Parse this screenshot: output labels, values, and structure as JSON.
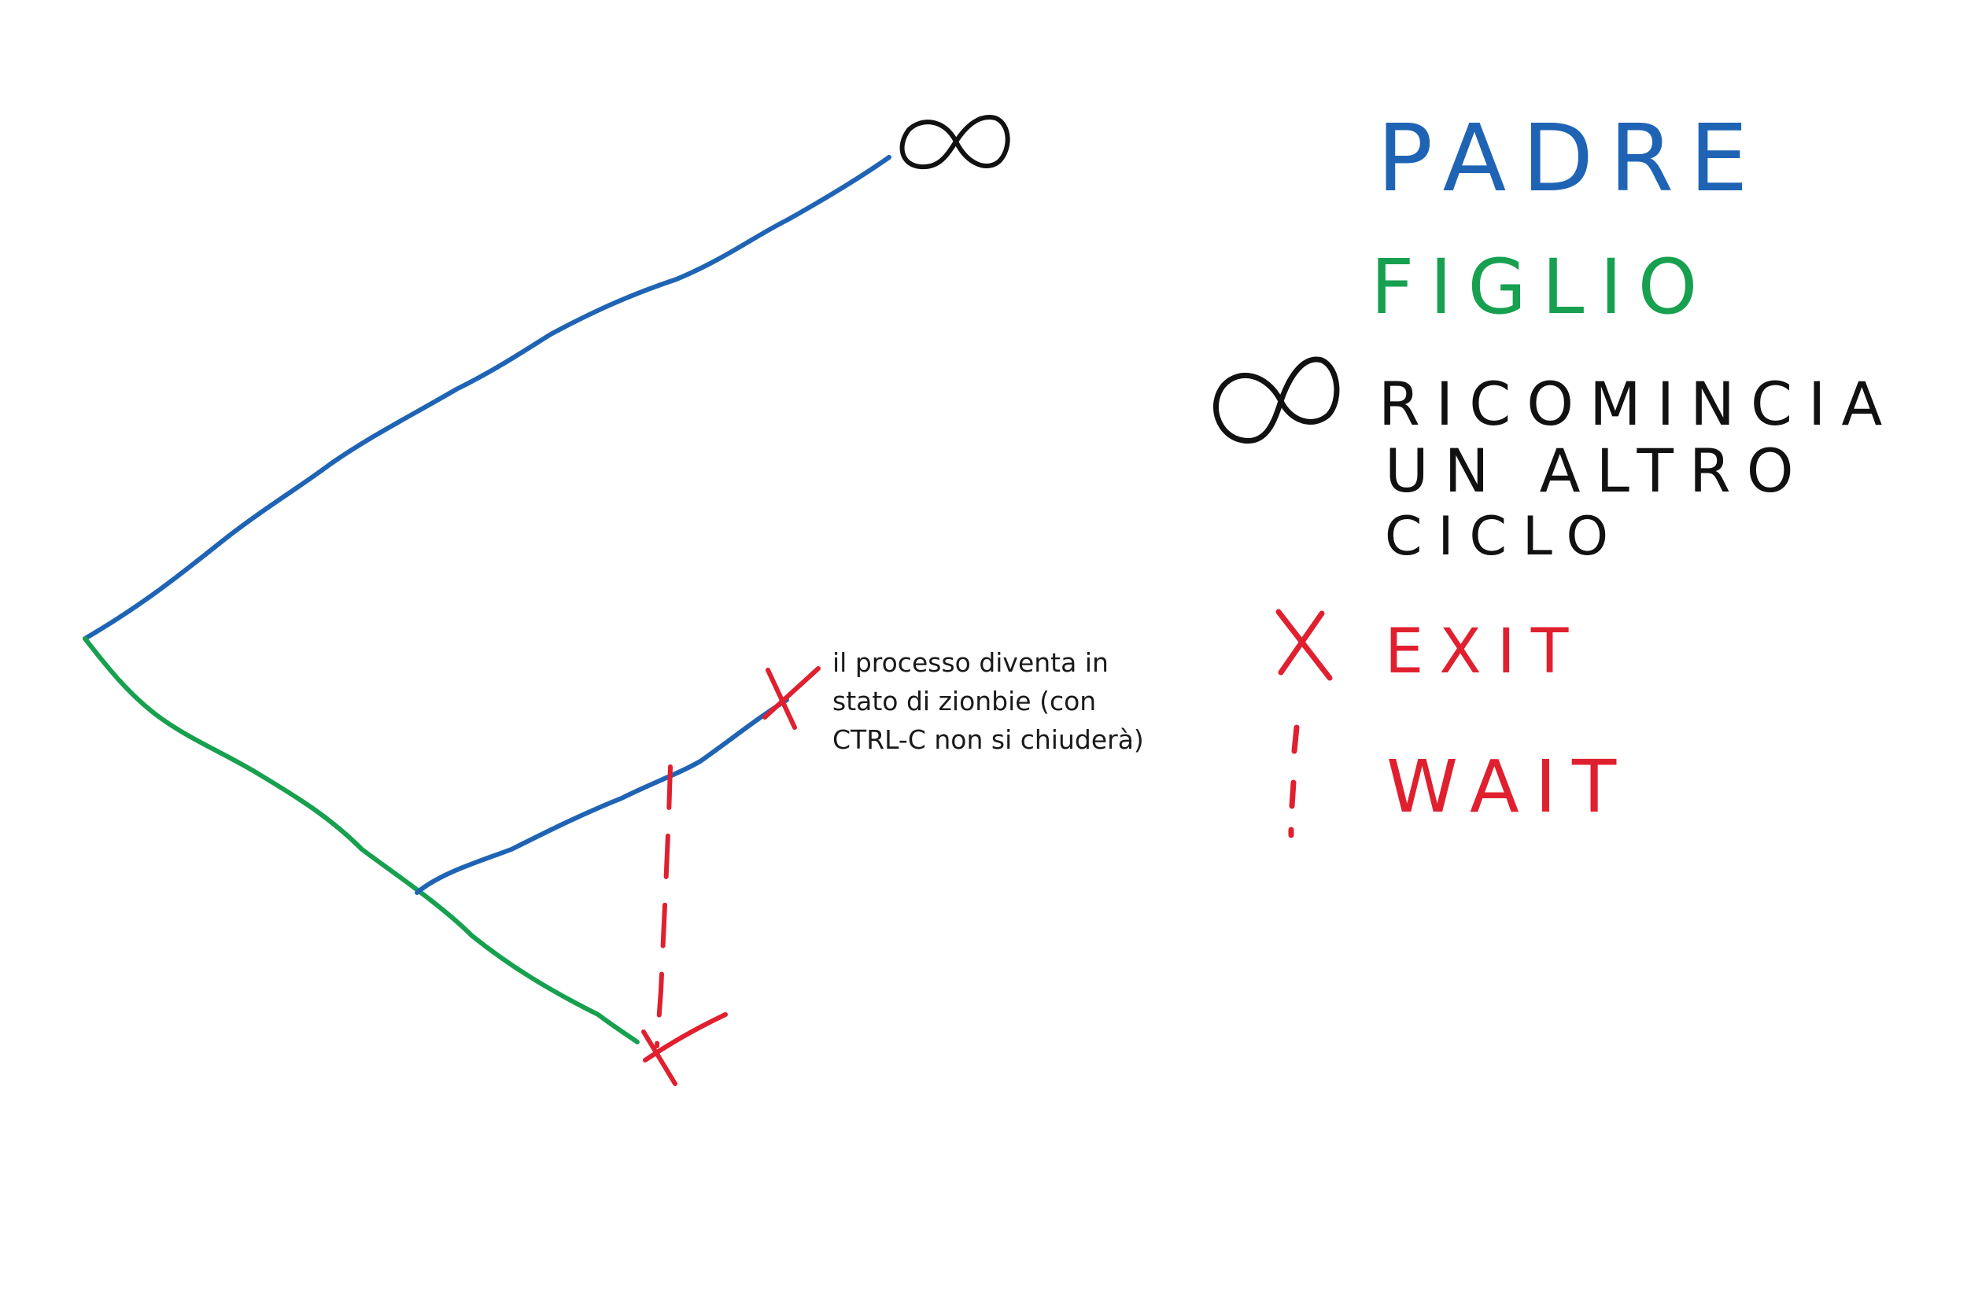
{
  "colors": {
    "padre": "#1f64b4",
    "figlio": "#17a04f",
    "loop": "#111111",
    "exit": "#e0202f",
    "text": "#1a1a1a",
    "background": "#ffffff"
  },
  "legend": {
    "padre": "PADRE",
    "figlio": "FIGLIO",
    "loop_line1": "RICOMINCIA",
    "loop_line2": "UN ALTRO",
    "loop_line3": "CICLO",
    "exit": "EXIT",
    "wait": "WAIT"
  },
  "annotation": "il processo diventa in\nstato di zionbie (con\nCTRL-C non si chiuderà)",
  "icons": {
    "loop": "infinity-icon",
    "exit": "red-x-icon",
    "wait": "dashed-line-icon"
  }
}
